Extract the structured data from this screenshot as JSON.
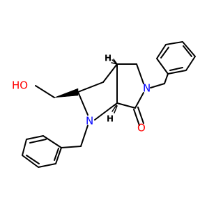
{
  "colors": {
    "bond": "#000000",
    "nitrogen": "#0000ff",
    "oxygen": "#ff0000",
    "background": "#ffffff"
  },
  "atoms": {
    "ho": "HO",
    "n1": "N",
    "n2": "N",
    "o": "O",
    "h_top": "H",
    "h_bottom": "H"
  }
}
